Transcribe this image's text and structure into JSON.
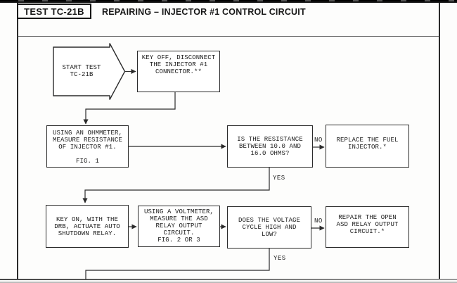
{
  "header": {
    "test_label": "TEST TC-21B",
    "title": "REPAIRING – INJECTOR #1 CONTROL CIRCUIT"
  },
  "flowchart": {
    "start": {
      "lines": [
        "START TEST",
        "TC-21B"
      ]
    },
    "key_off": {
      "lines": [
        "KEY OFF, DISCONNECT",
        "THE INJECTOR #1",
        "CONNECTOR.**"
      ]
    },
    "ohmmeter": {
      "lines": [
        "USING AN OHMMETER,",
        "MEASURE RESISTANCE",
        "OF INJECTOR #1.",
        "",
        "FIG. 1"
      ]
    },
    "resistance_q": {
      "lines": [
        "IS THE RESISTANCE",
        "BETWEEN 10.0 AND",
        "16.0 OHMS?"
      ]
    },
    "replace_injector": {
      "lines": [
        "REPLACE THE FUEL",
        "INJECTOR.*"
      ]
    },
    "key_on": {
      "lines": [
        "KEY ON, WITH THE",
        "DRB, ACTUATE AUTO",
        "SHUTDOWN RELAY."
      ]
    },
    "voltmeter": {
      "lines": [
        "USING A VOLTMETER,",
        "MEASURE THE ASD",
        "RELAY OUTPUT",
        "CIRCUIT.",
        "FIG. 2 OR 3"
      ]
    },
    "voltage_q": {
      "lines": [
        "DOES THE VOLTAGE",
        "CYCLE HIGH AND",
        "LOW?"
      ]
    },
    "repair_asd": {
      "lines": [
        "REPAIR THE OPEN",
        "ASD RELAY OUTPUT",
        "CIRCUIT.*"
      ]
    },
    "labels": {
      "no1": "NO",
      "yes1": "YES",
      "no2": "NO",
      "yes2": "YES"
    }
  },
  "colors": {
    "line": "#2b2b2b",
    "top_bar": "#141414",
    "text": "#1b1b1b"
  }
}
